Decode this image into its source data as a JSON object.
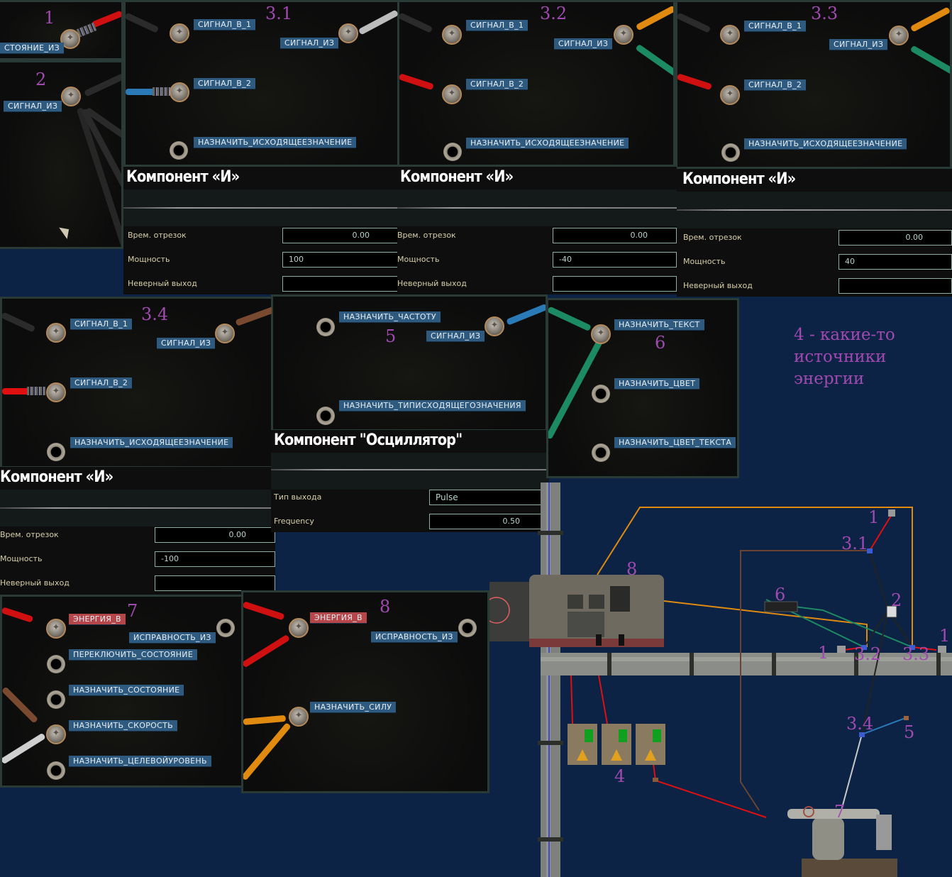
{
  "panels": {
    "p1": {
      "number": "1",
      "labels": [
        "СТОЯНИЕ_ИЗ"
      ]
    },
    "p2": {
      "number": "2",
      "labels": [
        "СИГНАЛ_ИЗ"
      ]
    },
    "p31": {
      "number": "3.1",
      "labels": [
        "СИГНАЛ_В_1",
        "СИГНАЛ_ИЗ",
        "СИГНАЛ_В_2",
        "НАЗНАЧИТЬ_ИСХОДЯЩЕЕЗНАЧЕНИЕ"
      ]
    },
    "p32": {
      "number": "3.2",
      "labels": [
        "СИГНАЛ_В_1",
        "СИГНАЛ_ИЗ",
        "СИГНАЛ_В_2",
        "НАЗНАЧИТЬ_ИСХОДЯЩЕЕЗНАЧЕНИЕ"
      ]
    },
    "p33": {
      "number": "3.3",
      "labels": [
        "СИГНАЛ_В_1",
        "СИГНАЛ_ИЗ",
        "СИГНАЛ_В_2",
        "НАЗНАЧИТЬ_ИСХОДЯЩЕЕЗНАЧЕНИЕ"
      ]
    },
    "p34": {
      "number": "3.4",
      "labels": [
        "СИГНАЛ_В_1",
        "СИГНАЛ_ИЗ",
        "СИГНАЛ_В_2",
        "НАЗНАЧИТЬ_ИСХОДЯЩЕЕЗНАЧЕНИЕ"
      ]
    },
    "p5": {
      "number": "5",
      "labels": [
        "НАЗНАЧИТЬ_ЧАСТОТУ",
        "СИГНАЛ_ИЗ",
        "НАЗНАЧИТЬ_ТИПИСХОДЯЩЕГОЗНАЧЕНИЯ"
      ]
    },
    "p6": {
      "number": "6",
      "labels": [
        "НАЗНАЧИТЬ_ТЕКСТ",
        "НАЗНАЧИТЬ_ЦВЕТ",
        "НАЗНАЧИТЬ_ЦВЕТ_ТЕКСТА"
      ]
    },
    "p7": {
      "number": "7",
      "labels": [
        "ЭНЕРГИЯ_В",
        "ИСПРАВНОСТЬ_ИЗ",
        "ПЕРЕКЛЮЧИТЬ_СОСТОЯНИЕ",
        "НАЗНАЧИТЬ_СОСТОЯНИЕ",
        "НАЗНАЧИТЬ_СКОРОСТЬ",
        "НАЗНАЧИТЬ_ЦЕЛЕВОЙУРОВЕНЬ"
      ]
    },
    "p8": {
      "number": "8",
      "labels": [
        "ЭНЕРГИЯ_В",
        "ИСПРАВНОСТЬ_ИЗ",
        "НАЗНАЧИТЬ_СИЛУ"
      ]
    }
  },
  "settings": {
    "and1": {
      "title": "Компонент «И»",
      "rows": [
        {
          "label": "Врем. отрезок",
          "value": "0.00"
        },
        {
          "label": "Мощность",
          "value": "100"
        },
        {
          "label": "Неверный выход",
          "value": ""
        }
      ]
    },
    "and2": {
      "title": "Компонент «И»",
      "rows": [
        {
          "label": "Врем. отрезок",
          "value": "0.00"
        },
        {
          "label": "Мощность",
          "value": "-40"
        },
        {
          "label": "Неверный выход",
          "value": ""
        }
      ]
    },
    "and3": {
      "title": "Компонент «И»",
      "rows": [
        {
          "label": "Врем. отрезок",
          "value": "0.00"
        },
        {
          "label": "Мощность",
          "value": "40"
        },
        {
          "label": "Неверный выход",
          "value": ""
        }
      ]
    },
    "and4": {
      "title": "Компонент «И»",
      "rows": [
        {
          "label": "Врем. отрезок",
          "value": "0.00"
        },
        {
          "label": "Мощность",
          "value": "-100"
        },
        {
          "label": "Неверный выход",
          "value": ""
        }
      ]
    },
    "osc": {
      "title": "Компонент \"Осциллятор\"",
      "rows": [
        {
          "label": "Тип выхода",
          "value": "Pulse"
        },
        {
          "label": "Frequency",
          "value": "0.50"
        }
      ]
    }
  },
  "note": {
    "line1": "4 - какие-то",
    "line2": "источники энергии"
  },
  "map": {
    "labels": {
      "n8": "8",
      "n6": "6",
      "n2": "2",
      "n1a": "1",
      "n1b": "1",
      "n1c": "1",
      "n31": "3.1",
      "n32": "3.2",
      "n33": "3.3",
      "n34": "3.4",
      "n5": "5",
      "n4": "4",
      "n7": "7"
    }
  },
  "colors": {
    "label_blue": "#2f5a80",
    "label_red": "#b5474a",
    "annotation": "#a04ab0",
    "background": "#0d2345"
  }
}
